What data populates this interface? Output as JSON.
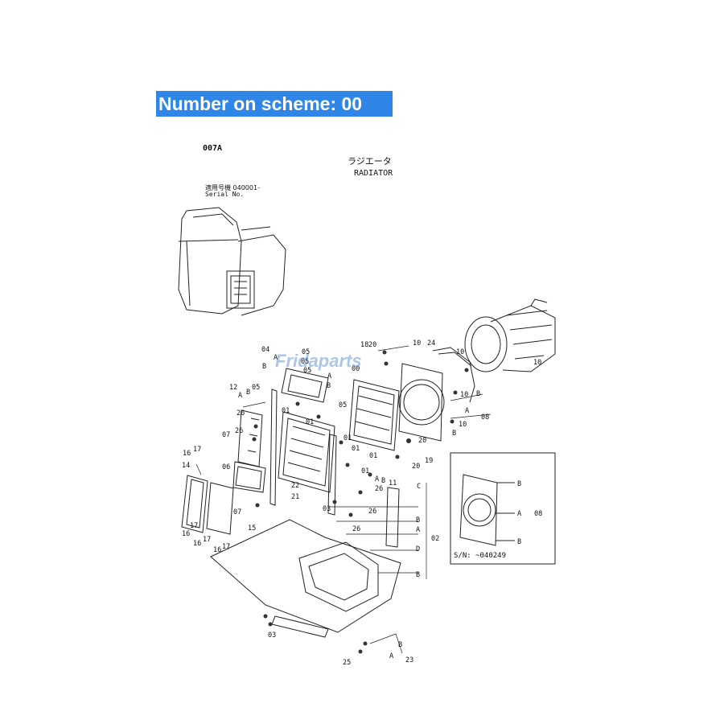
{
  "banner": {
    "text": "Number on scheme: 00"
  },
  "header": {
    "code": "007A",
    "title_jp": "ラジエータ",
    "title_en": "RADIATOR",
    "serial_jp": "適用号機  040001-",
    "serial_en": "Serial No."
  },
  "watermark": {
    "text": "Fridaparts"
  },
  "inset": {
    "serial_note": "S/N: ~040249"
  },
  "callouts": {
    "c01": "01",
    "c02": "02",
    "c03": "03",
    "c04": "04",
    "c05": "05",
    "c06": "06",
    "c07": "07",
    "c08": "08",
    "c10": "10",
    "c11": "11",
    "c12": "12",
    "c14": "14",
    "c15": "15",
    "c16": "16",
    "c17": "17",
    "c18": "18",
    "c19": "19",
    "c20": "20",
    "c21": "21",
    "c22": "22",
    "c23": "23",
    "c24": "24",
    "c25": "25",
    "c26": "26",
    "c00": "00",
    "A": "A",
    "B": "B",
    "C": "C",
    "D": "D"
  }
}
